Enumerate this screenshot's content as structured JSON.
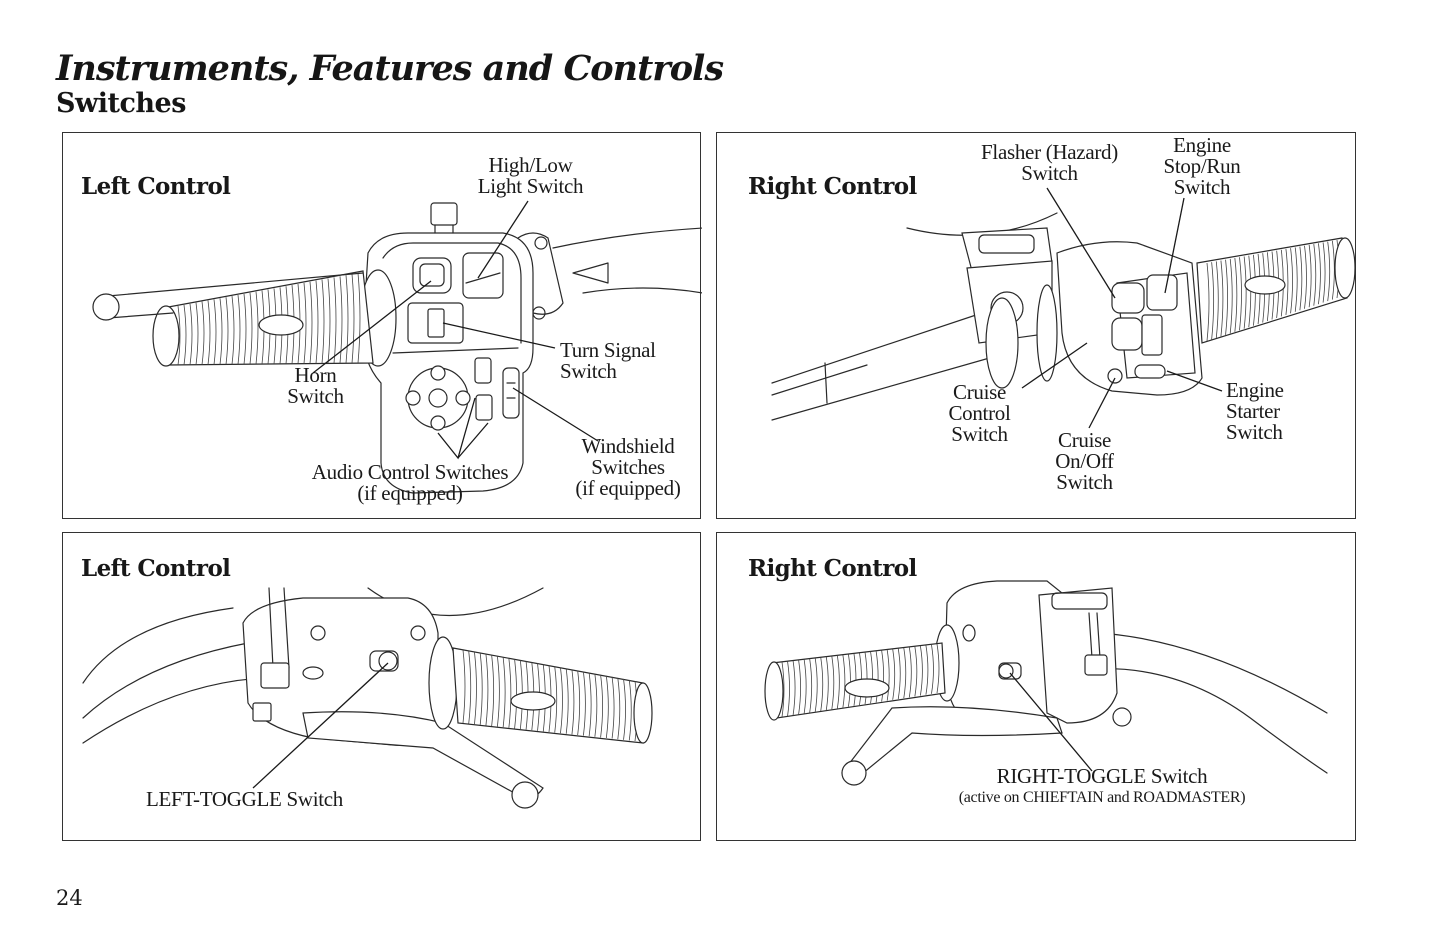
{
  "header": {
    "title": "Instruments, Features and Controls",
    "subtitle": "Switches"
  },
  "panels": [
    {
      "title": "Left Control",
      "labels": {
        "high_low": [
          "High/Low",
          "Light Switch"
        ],
        "horn": [
          "Horn",
          "Switch"
        ],
        "turn_signal": [
          "Turn Signal",
          "Switch"
        ],
        "audio": [
          "Audio Control Switches",
          "(if equipped)"
        ],
        "windshield": [
          "Windshield",
          "Switches",
          "(if equipped)"
        ]
      }
    },
    {
      "title": "Right Control",
      "labels": {
        "flasher": [
          "Flasher (Hazard)",
          "Switch"
        ],
        "engine_stop": [
          "Engine",
          "Stop/Run",
          "Switch"
        ],
        "cruise_control": [
          "Cruise",
          "Control",
          "Switch"
        ],
        "cruise_onoff": [
          "Cruise",
          "On/Off",
          "Switch"
        ],
        "engine_starter": [
          "Engine",
          "Starter",
          "Switch"
        ]
      }
    },
    {
      "title": "Left Control",
      "labels": {
        "left_toggle": "LEFT-TOGGLE Switch"
      }
    },
    {
      "title": "Right Control",
      "labels": {
        "right_toggle": "RIGHT-TOGGLE Switch",
        "right_toggle_note": "(active on CHIEFTAIN and ROADMASTER)"
      }
    }
  ],
  "footer": {
    "page_number": "24"
  }
}
